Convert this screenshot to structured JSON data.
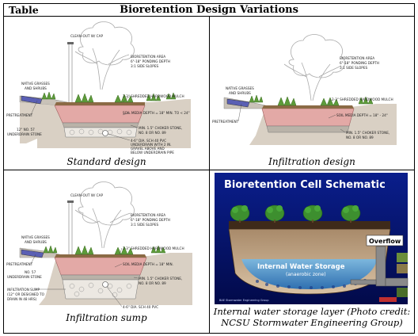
{
  "header": {
    "label": "Table",
    "title": "Bioretention Design Variations"
  },
  "cells": {
    "standard": {
      "caption": "Standard design",
      "labels": {
        "cleanout": "CLEAN-OUT W/ CAP",
        "area": "BIORETENTION AREA",
        "ponding": "6\"-18\" PONDING DEPTH",
        "slopes": "3:1 SIDE SLOPES",
        "grasses": "NATIVE GRASSES",
        "shrubs": "AND SHRUBS",
        "mulch": "2-3\" SHREDDED HARDWOOD MULCH",
        "soil": "SOIL MEDIA DEPTH = 18\" MIN. TO < 24\"",
        "pretreatment": "PRETREATMENT",
        "stone1": "12\" NO. 57",
        "stone2": "UNDERDRAIN STONE",
        "choker1": "MIN. 1.5\" CHOKER STONE,",
        "choker2": "NO. 8 OR NO. 89",
        "pipe1": "4-6\" DIA. SCH 40 PVC",
        "pipe2": "UNDERDRAIN WITH 2 IN.",
        "pipe3": "GRAVEL ABOVE AND",
        "pipe4": "BELOW UNDERDRAIN PIPE"
      }
    },
    "infiltration": {
      "caption": "Infiltration design",
      "labels": {
        "area": "BIORETENTION AREA",
        "ponding": "6\"-18\" PONDING DEPTH",
        "slopes": "3:1 SIDE SLOPES",
        "grasses": "NATIVE GRASSES",
        "shrubs": "AND SHRUBS",
        "mulch": "2-3\" SHREDDED HARDWOOD MULCH",
        "soil": "SOIL MEDIA DEPTH = 18\" - 24\"",
        "pretreatment": "PRETREATMENT",
        "choker1": "MIN. 1.5\" CHOKER STONE,",
        "choker2": "NO. 8 OR NO. 89"
      }
    },
    "sump": {
      "caption": "Infiltration sump",
      "labels": {
        "cleanout": "CLEAN-OUT W/ CAP",
        "area": "BIORETENTION AREA",
        "ponding": "6\"-18\" PONDING DEPTH",
        "slopes": "3:1 SIDE SLOPES",
        "grasses": "NATIVE GRASSES",
        "shrubs": "AND SHRUBS",
        "mulch": "2-3\" SHREDDED HARDWOOD MULCH",
        "soil": "SOIL MEDIA DEPTH = 18\" MIN.",
        "pretreatment": "PRETREATMENT",
        "stone1": "NO. 57",
        "stone2": "UNDERDRAIN STONE",
        "choker1": "MIN. 1.5\" CHOKER STONE,",
        "choker2": "NO. 8 OR NO. 89",
        "sump1": "INFILTRATION SUMP",
        "sump2": "(12\" OR DESIGNED TO",
        "sump3": "DRAIN IN 48 HRS)",
        "pipe1": "4-6\" DIA. SCH 40 PVC"
      }
    },
    "schematic": {
      "caption": "Internal water storage layer (Photo credit: NCSU Stormwater Engineering Group)",
      "title": "Bioretention Cell Schematic",
      "overflow": "Overflow",
      "storage": "Internal Water Storage",
      "zone": "(anaerobic zone)",
      "credit": "BAE Stormwater Engineering Group"
    }
  },
  "colors": {
    "soil": "#e3a9a6",
    "stone": "#c8bcb0",
    "plants": "#5d9b3a",
    "pretreatment": "#5a5fb4",
    "panelBlue": "#0a1e8c",
    "water": "#2f8bc4"
  }
}
